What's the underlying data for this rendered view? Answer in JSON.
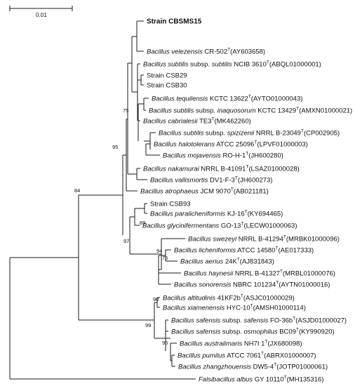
{
  "scale_bar": {
    "label": "0.01"
  },
  "taxa": {
    "t1": {
      "pre": "",
      "name": "Strain CBSMS15",
      "mid": "",
      "sup": "",
      "post": "",
      "bold": true
    },
    "t2": {
      "pre": "",
      "name": "Bacillus velezensis",
      "mid": " CR-502",
      "sup": "T",
      "post": "(AY603658)"
    },
    "t3": {
      "pre": "",
      "name": "Bacillus subtilis",
      "mid": " subsp. ",
      "name2": "subtilis",
      "mid2": " NCIB 3610",
      "sup": "T",
      "post": "(ABQL01000001)"
    },
    "t4": {
      "pre": "",
      "name": "Strain CSB29",
      "mid": "",
      "sup": "",
      "post": "",
      "plain": true
    },
    "t5": {
      "pre": "",
      "name": "Strain CSB30",
      "mid": "",
      "sup": "",
      "post": "",
      "plain": true
    },
    "t6": {
      "pre": "",
      "name": "Bacillus tequilensis",
      "mid": " KCTC 13622",
      "sup": "T",
      "post": "(AYTO01000043)"
    },
    "t7": {
      "pre": "",
      "name": "Bacillus subtilis",
      "mid": " subsp. ",
      "name2": "inaquosorum",
      "mid2": " KCTC 13429",
      "sup": "T",
      "post": "(AMXN01000021)"
    },
    "t8": {
      "pre": "",
      "name": "Bacillus cabrialesii",
      "mid": " TE3",
      "sup": "T",
      "post": "(MK462260)"
    },
    "t9": {
      "pre": "",
      "name": "Bacillus subtilis",
      "mid": " subsp. ",
      "name2": "spizizenii",
      "mid2": " NRRL B-23049",
      "sup": "T",
      "post": "(CP002905)"
    },
    "t10": {
      "pre": "",
      "name": "Bacillus halotolerans",
      "mid": " ATCC 25096",
      "sup": "T",
      "post": "(LPVF01000003)"
    },
    "t11": {
      "pre": "",
      "name": "Bacillus mojavensis",
      "mid": " RO-H-1",
      "sup": "T",
      "post": "(JH600280)"
    },
    "t12": {
      "pre": "",
      "name": "Bacillus nakamurai",
      "mid": " NRRL B-41091",
      "sup": "T",
      "post": "(LSAZ01000028)"
    },
    "t13": {
      "pre": "",
      "name": "Bacillus vallismortis",
      "mid": " DV1-F-3",
      "sup": "T",
      "post": "(JH600273)"
    },
    "t14": {
      "pre": "",
      "name": "Bacillus atrophaeus",
      "mid": " JCM 9070",
      "sup": "T",
      "post": "(AB021181)"
    },
    "t15": {
      "pre": "",
      "name": "Strain CSB93",
      "mid": "",
      "sup": "",
      "post": "",
      "plain": true
    },
    "t16": {
      "pre": "",
      "name": "Bacillus paralicheniformis",
      "mid": " KJ-16",
      "sup": "T",
      "post": "(KY694465)"
    },
    "t17": {
      "pre": "",
      "name": "Bacillus glycinifermentans",
      "mid": " GO-13",
      "sup": "T",
      "post": "(LECW01000063)"
    },
    "t18": {
      "pre": "",
      "name": "Bacillus swezeyi",
      "mid": " NRRL B-41294",
      "sup": "T",
      "post": "(MRBK01000096)"
    },
    "t19": {
      "pre": "",
      "name": "Bacillus licheniformis",
      "mid": " ATCC 14580",
      "sup": "T",
      "post": "(AE017333)"
    },
    "t20": {
      "pre": "",
      "name": "Bacillus aerius",
      "mid": " 24K",
      "sup": "T",
      "post": "(AJ831843)"
    },
    "t21": {
      "pre": "",
      "name": "Bacillus haynesii",
      "mid": " NRRL B-41327",
      "sup": "T",
      "post": "(MRBL01000076)"
    },
    "t22": {
      "pre": "",
      "name": "Bacillus sonorensis",
      "mid": " NBRC 101234",
      "sup": "T",
      "post": "(AYTN01000016)"
    },
    "t23": {
      "pre": "",
      "name": "Bacillus altitudinis",
      "mid": " 41KF2b",
      "sup": "T",
      "post": "(ASJC01000029)"
    },
    "t24": {
      "pre": "",
      "name": "Bacillus xiamenensis",
      "mid": " HYC-10",
      "sup": "T",
      "post": "(AMSH01000114)"
    },
    "t25": {
      "pre": "",
      "name": "Bacillus safensis",
      "mid": " subsp. ",
      "name2": "safensis",
      "mid2": " FO-36b",
      "sup": "T",
      "post": "(ASJD01000027)"
    },
    "t26": {
      "pre": "",
      "name": "Bacillus safensis",
      "mid": " subsp. ",
      "name2": "osmophilus",
      "mid2": " BC09",
      "sup": "T",
      "post": "(KY990920)"
    },
    "t27": {
      "pre": "",
      "name": "Bacillus australimaris",
      "mid": " NH7I 1",
      "sup": "T",
      "post": "(JX680098)"
    },
    "t28": {
      "pre": "",
      "name": "Bacillus pumilus",
      "mid": " ATCC 7061",
      "sup": "T",
      "post": "(ABRX01000007)"
    },
    "t29": {
      "pre": "",
      "name": "Bacillus zhangzhouensis",
      "mid": " DW5-4",
      "sup": "T",
      "post": "(JOTP01000061)"
    },
    "t30": {
      "pre": "",
      "name": "Falsibacillus albus",
      "mid": " GY 10110",
      "sup": "T",
      "post": "(MH135316)"
    }
  },
  "bootstrap": {
    "b75a": "75",
    "b95": "95",
    "b84": "84",
    "b89": "89",
    "b97": "97",
    "b94": "94",
    "b75b": "75",
    "b90": "90",
    "b99": "99",
    "b95b": "95"
  }
}
